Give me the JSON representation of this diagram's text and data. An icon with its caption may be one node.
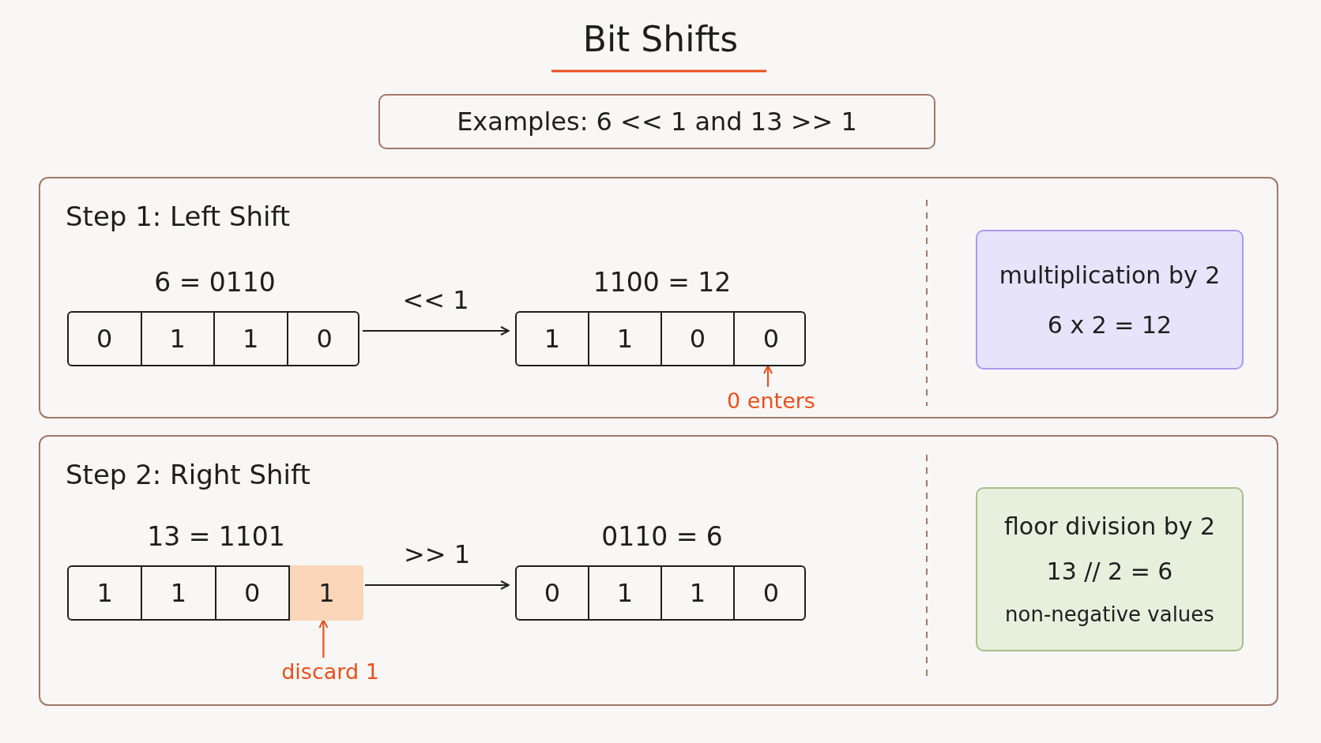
{
  "diagram": {
    "title": "Bit Shifts",
    "nodes": [
      {
        "text": [
          "Examples: 6 << 1 and 13 >> 1"
        ]
      },
      {
        "text": [
          "Step 1: Left Shift"
        ]
      },
      {
        "text": [
          "6 = 0110"
        ],
        "in": 1
      },
      {
        "text": [
          "0"
        ],
        "in": 2
      },
      {
        "text": [
          "1"
        ],
        "in": 2
      },
      {
        "text": [
          "1"
        ],
        "in": 2
      },
      {
        "text": [
          "0"
        ],
        "in": 2
      },
      {
        "text": [
          "1100 = 12"
        ],
        "in": 1
      },
      {
        "text": [
          "1"
        ],
        "in": 7
      },
      {
        "text": [
          "1"
        ],
        "in": 7
      },
      {
        "text": [
          "0"
        ],
        "in": 7
      },
      {
        "text": [
          "0"
        ],
        "in": 7
      },
      {
        "text": [
          "0 enters"
        ],
        "in": 1
      },
      {
        "text": [
          "multiplication by 2",
          "6 x 2 = 12"
        ],
        "in": 1
      },
      {
        "text": [
          "Step 2: Right Shift"
        ]
      },
      {
        "text": [
          "13 = 1101"
        ],
        "in": 14
      },
      {
        "text": [
          "1"
        ],
        "in": 15
      },
      {
        "text": [
          "1"
        ],
        "in": 15
      },
      {
        "text": [
          "0"
        ],
        "in": 15
      },
      {
        "text": [
          "1"
        ],
        "in": 15
      },
      {
        "text": [
          "0110 = 6"
        ],
        "in": 14
      },
      {
        "text": [
          "0"
        ],
        "in": 20
      },
      {
        "text": [
          "1"
        ],
        "in": 20
      },
      {
        "text": [
          "1"
        ],
        "in": 20
      },
      {
        "text": [
          "0"
        ],
        "in": 20
      },
      {
        "text": [
          "discard 1"
        ],
        "in": 14
      },
      {
        "text": [
          "floor division by 2",
          "13 // 2 = 6",
          "non-negative values"
        ],
        "in": 14
      }
    ],
    "edges": [
      {
        "from": 2,
        "to": 7,
        "arrow": "to",
        "label": "<< 1"
      },
      {
        "from": 12,
        "to": 11,
        "arrow": "to",
        "color": "#e8501c"
      },
      {
        "from": 15,
        "to": 20,
        "arrow": "to",
        "label": ">> 1"
      },
      {
        "from": 25,
        "to": 19,
        "arrow": "to",
        "color": "#e8501c"
      }
    ]
  }
}
